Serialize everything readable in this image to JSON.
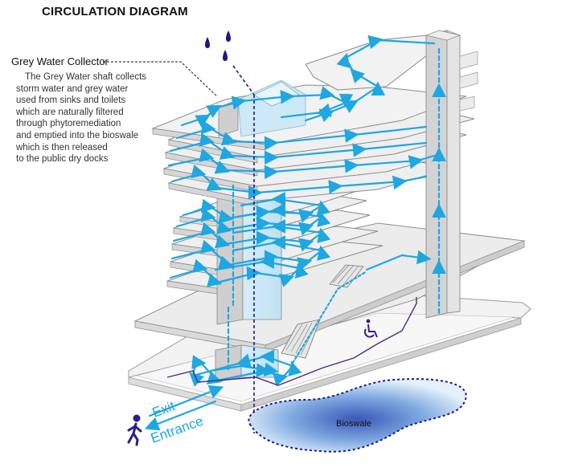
{
  "title": "CIRCULATION DIAGRAM",
  "collector": {
    "title": "Grey Water Collector",
    "lines": [
      "The Grey Water shaft collects",
      "storm water and grey water",
      "used from sinks and toilets",
      "which are naturally filtered",
      "through phytoremediation",
      "and emptied into the bioswale",
      "which is then released",
      "to the public dry docks"
    ]
  },
  "labels": {
    "exit": "Exit",
    "entrance": "Entrance",
    "bioswale": "Bioswale"
  },
  "colors": {
    "circulation": "#1ea7e1",
    "water": "#1a1a8c",
    "accessible": "#4b2a86",
    "floor": "#e6e6e6",
    "core": "#cfe9f7"
  },
  "icons": [
    "raindrop-icon",
    "pedestrian-icon",
    "wheelchair-icon",
    "escalator-icon"
  ]
}
